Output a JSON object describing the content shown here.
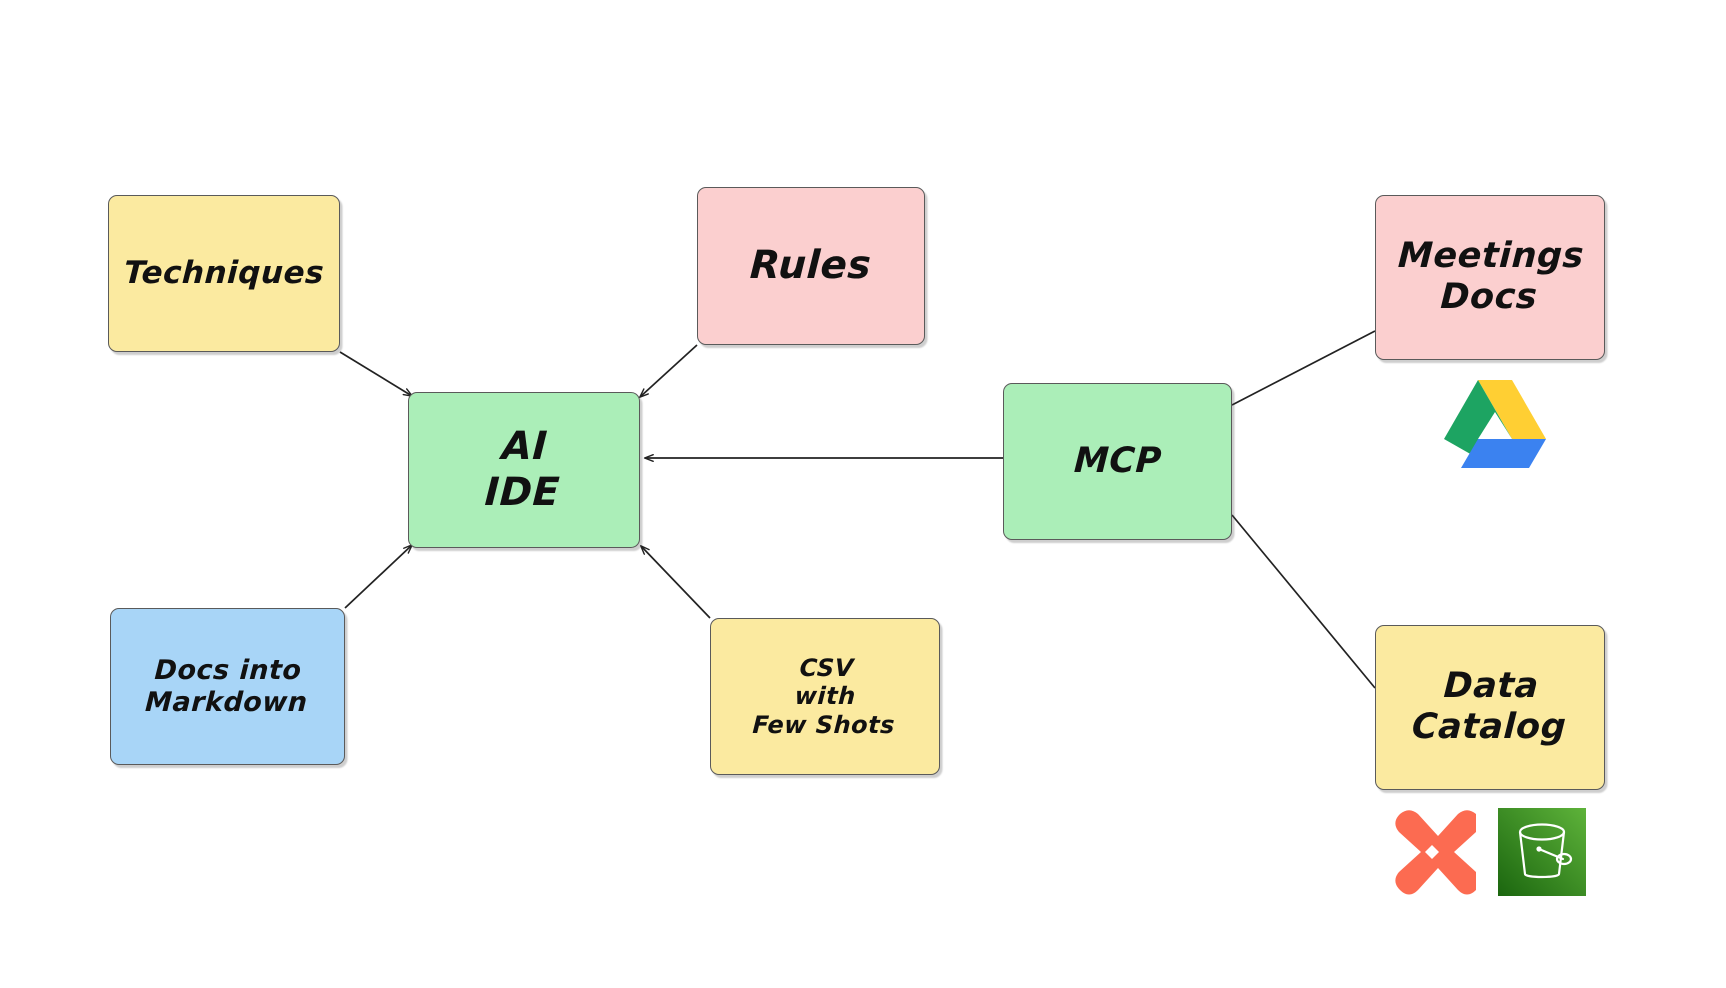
{
  "diagram": {
    "title": "AI IDE / MCP architecture mind map",
    "background": "#ffffff",
    "colors": {
      "yellow": "#fbeaa0",
      "pink": "#fbcfcf",
      "green": "#abeeb8",
      "blue": "#a8d5f7",
      "stroke": "#5a5a5a",
      "edge": "#222222",
      "text": "#111111",
      "drive_green": "#1da462",
      "drive_yellow": "#ffcf33",
      "drive_blue": "#3b82f0",
      "dataiku_coral": "#fc6b51",
      "s3_green_dark": "#1b660f",
      "s3_green_light": "#55a630"
    }
  },
  "nodes": [
    {
      "id": "techniques",
      "label": "Techniques",
      "color": "yellow"
    },
    {
      "id": "rules",
      "label": "Rules",
      "color": "pink"
    },
    {
      "id": "meetings",
      "label": "Meetings\nDocs",
      "color": "pink"
    },
    {
      "id": "ai_ide",
      "label": "AI\nIDE",
      "color": "green"
    },
    {
      "id": "mcp",
      "label": "MCP",
      "color": "green"
    },
    {
      "id": "docs_md",
      "label": "Docs into\nMarkdown",
      "color": "blue"
    },
    {
      "id": "csv",
      "label": "CSV\nwith\nFew Shots",
      "color": "yellow"
    },
    {
      "id": "data_catalog",
      "label": "Data\nCatalog",
      "color": "yellow"
    }
  ],
  "icons": [
    {
      "id": "google_drive",
      "name": "google-drive-icon"
    },
    {
      "id": "dataiku",
      "name": "dataiku-icon"
    },
    {
      "id": "s3",
      "name": "aws-s3-bucket-icon"
    }
  ],
  "edges": [
    {
      "from": "techniques",
      "to": "ai_ide",
      "arrow": "to"
    },
    {
      "from": "rules",
      "to": "ai_ide",
      "arrow": "to"
    },
    {
      "from": "docs_md",
      "to": "ai_ide",
      "arrow": "to"
    },
    {
      "from": "csv",
      "to": "ai_ide",
      "arrow": "to"
    },
    {
      "from": "mcp",
      "to": "ai_ide",
      "arrow": "to"
    },
    {
      "from": "mcp",
      "to": "meetings",
      "arrow": "none"
    },
    {
      "from": "mcp",
      "to": "data_catalog",
      "arrow": "none"
    }
  ]
}
